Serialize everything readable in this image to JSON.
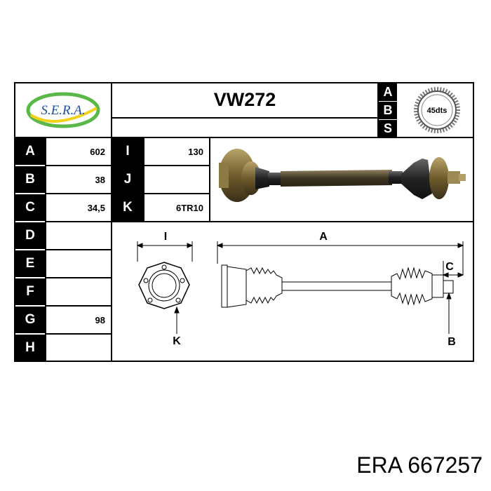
{
  "brand": {
    "logo_text": "S.E.R.A."
  },
  "header": {
    "part_code": "VW272",
    "abs_letters": [
      "A",
      "B",
      "S"
    ],
    "abs_teeth": "45dts"
  },
  "specs": [
    {
      "letter": "A",
      "value": "602"
    },
    {
      "letter": "B",
      "value": "38"
    },
    {
      "letter": "C",
      "value": "34,5"
    },
    {
      "letter": "D",
      "value": ""
    },
    {
      "letter": "E",
      "value": ""
    },
    {
      "letter": "F",
      "value": ""
    },
    {
      "letter": "G",
      "value": "98"
    },
    {
      "letter": "H",
      "value": ""
    }
  ],
  "specs_right": [
    {
      "letter": "I",
      "value": "130"
    },
    {
      "letter": "J",
      "value": ""
    },
    {
      "letter": "K",
      "value": "6TR10"
    }
  ],
  "diagram": {
    "label_I": "I",
    "label_K": "K",
    "label_A": "A",
    "label_C": "C",
    "label_B": "B"
  },
  "footer": {
    "text": "ERA 667257"
  }
}
